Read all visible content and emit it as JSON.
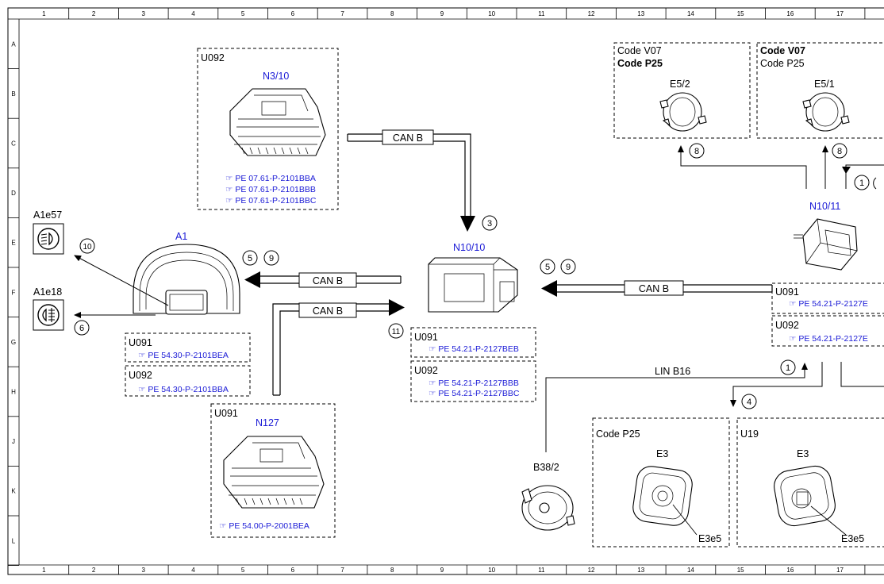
{
  "grid": {
    "columns": [
      "1",
      "2",
      "3",
      "4",
      "5",
      "6",
      "7",
      "8",
      "9",
      "10",
      "11",
      "12",
      "13",
      "14",
      "15",
      "16",
      "17"
    ],
    "rows": [
      "A",
      "B",
      "C",
      "D",
      "E",
      "F",
      "G",
      "H",
      "J",
      "K",
      "L"
    ]
  },
  "components": {
    "n3_10": {
      "variant": "U092",
      "name": "N3/10",
      "refs": [
        "PE 07.61-P-2101BBA",
        "PE 07.61-P-2101BBB",
        "PE 07.61-P-2101BBC"
      ]
    },
    "a1": {
      "name": "A1",
      "u091_variant": "U091",
      "u091_ref": "PE 54.30-P-2101BEA",
      "u092_variant": "U092",
      "u092_ref": "PE 54.30-P-2101BBA"
    },
    "a1e57": {
      "name": "A1e57"
    },
    "a1e18": {
      "name": "A1e18"
    },
    "n127": {
      "variant": "U091",
      "name": "N127",
      "ref": "PE 54.00-P-2001BEA"
    },
    "n10_10": {
      "name": "N10/10",
      "u091_variant": "U091",
      "u091_ref": "PE 54.21-P-2127BEB",
      "u092_variant": "U092",
      "u092_refs": [
        "PE 54.21-P-2127BBB",
        "PE 54.21-P-2127BBC"
      ]
    },
    "e5_2": {
      "code1": "Code V07",
      "code2": "Code P25",
      "name": "E5/2"
    },
    "e5_1": {
      "code1": "Code V07",
      "code2": "Code P25",
      "name": "E5/1"
    },
    "n10_11": {
      "name": "N10/11",
      "u091_variant": "U091",
      "u091_ref": "PE 54.21-P-2127E",
      "u092_variant": "U092",
      "u092_ref": "PE 54.21-P-2127E"
    },
    "e3_p25": {
      "variant": "Code P25",
      "name": "E3",
      "part": "E3e5"
    },
    "e3_u19": {
      "variant": "U19",
      "name": "E3",
      "part": "E3e5"
    },
    "b38_2": {
      "name": "B38/2"
    }
  },
  "buses": {
    "can_top": "CAN B",
    "can_left_upper": "CAN B",
    "can_left_lower": "CAN B",
    "can_right": "CAN B",
    "lin": "LIN B16"
  },
  "callouts": {
    "c3": "3",
    "c10": "10",
    "c6": "6",
    "c5a": "5",
    "c9a": "9",
    "c11": "11",
    "c5b": "5",
    "c9b": "9",
    "c8a": "8",
    "c8b": "8",
    "c1a": "1",
    "c1b": "1",
    "c4": "4"
  }
}
